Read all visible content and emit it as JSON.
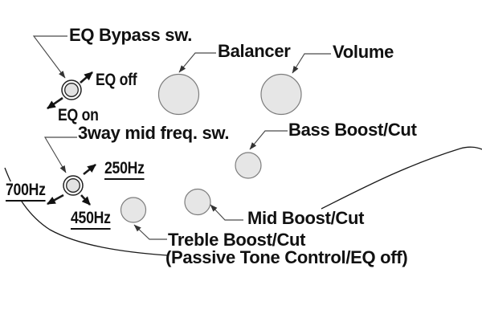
{
  "colors": {
    "background": "#ffffff",
    "text": "#111111",
    "line": "#1a1a1a",
    "leader_line": "#4a4a4a",
    "knob_fill": "#e6e6e6",
    "knob_stroke": "#7d7d7d",
    "switch_ring_fill": "#ffffff",
    "switch_center_fill": "#e2e2e2"
  },
  "labels": {
    "eq_bypass_sw": "EQ Bypass sw.",
    "eq_off": "EQ off",
    "eq_on": "EQ on",
    "balancer": "Balancer",
    "volume": "Volume",
    "bass_boost_cut": "Bass Boost/Cut",
    "mid_freq_sw": "3way mid freq. sw.",
    "freq_250": "250Hz",
    "freq_700": "700Hz",
    "freq_450": "450Hz",
    "mid_boost_cut": "Mid Boost/Cut",
    "treble_boost_cut": "Treble Boost/Cut",
    "passive_note": "(Passive Tone Control/EQ off)"
  }
}
